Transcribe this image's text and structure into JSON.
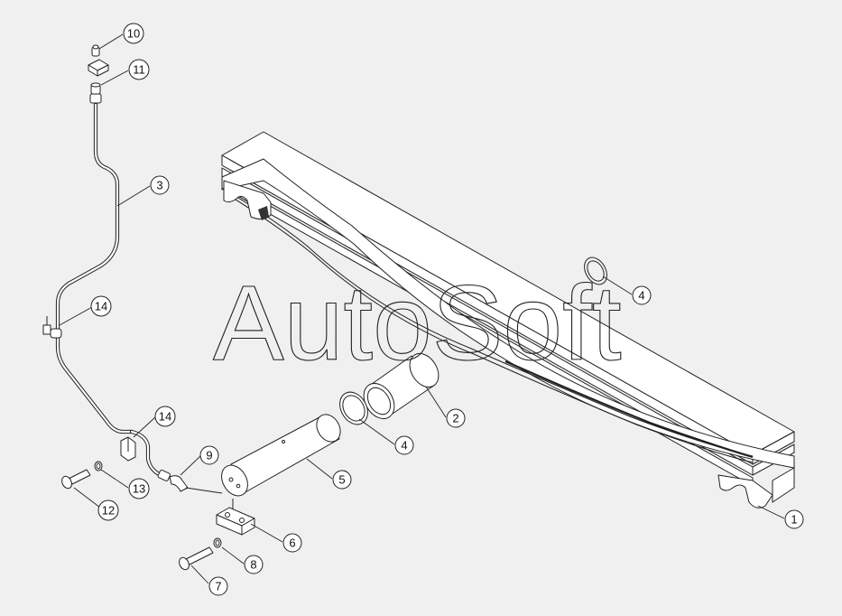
{
  "watermark": "AutoSoft",
  "callouts": {
    "c1": "1",
    "c2": "2",
    "c3": "3",
    "c4a": "4",
    "c4b": "4",
    "c5": "5",
    "c6": "6",
    "c7": "7",
    "c8": "8",
    "c9": "9",
    "c10": "10",
    "c11": "11",
    "c12": "12",
    "c13": "13",
    "c14a": "14",
    "c14b": "14"
  }
}
